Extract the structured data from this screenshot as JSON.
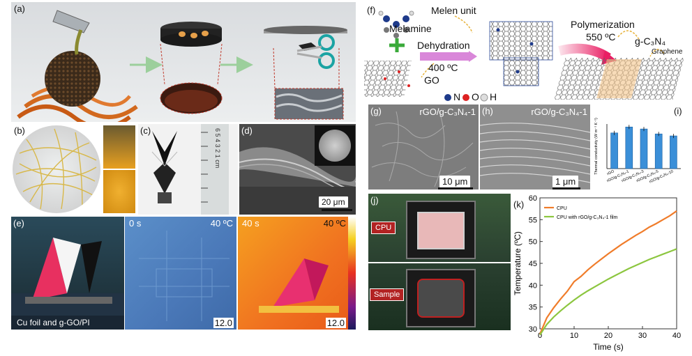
{
  "panel_a": {
    "label": "(a)"
  },
  "panel_b": {
    "label": "(b)"
  },
  "panel_c": {
    "label": "(c)",
    "ruler_unit": "cm",
    "ruler_numbers": [
      "1",
      "2",
      "3",
      "4",
      "5",
      "6"
    ]
  },
  "panel_d": {
    "label": "(d)",
    "scale": "20 μm"
  },
  "panel_e": {
    "label": "(e)",
    "caption": "Cu foil and g-GO/PI",
    "time0": "0 s",
    "time40": "40 s",
    "temp_hi": "40 ºC",
    "temp_lo": "12.0"
  },
  "panel_f": {
    "label": "(f)",
    "melamine": "Melamine",
    "melen": "Melen unit",
    "dehydration": "Dehydration",
    "t400": "400 ºC",
    "go": "GO",
    "polymerization": "Polymerization",
    "t550": "550 ºC",
    "gcn": "g-C₃N₄",
    "graphene": "Graphene",
    "legend": [
      {
        "sym": "N",
        "color": "#1e3a8a"
      },
      {
        "sym": "O",
        "color": "#d22"
      },
      {
        "sym": "H",
        "color": "#ddd"
      }
    ]
  },
  "panel_g": {
    "label": "(g)",
    "title": "rGO/g-C₃N₄-1",
    "scale": "10 μm"
  },
  "panel_h": {
    "label": "(h)",
    "title": "rGO/g-C₃N₄-1",
    "scale": "1 μm"
  },
  "panel_i": {
    "label": "(i)",
    "ylabel": "Thermal conductivity (W m⁻¹ K⁻¹)",
    "categories": [
      "rGO",
      "rGO/g-C₃N₄-1",
      "rGO/g-C₃N₄-3",
      "rGO/g-C₃N₄-5",
      "rGO/g-C₃N₄-10"
    ]
  },
  "panel_j": {
    "label": "(j)",
    "cpu": "CPU",
    "sample": "Sample"
  },
  "panel_k": {
    "label": "(k)"
  },
  "chart_data": [
    {
      "type": "bar",
      "categories": [
        "rGO",
        "rGO/g-C₃N₄-1",
        "rGO/g-C₃N₄-3",
        "rGO/g-C₃N₄-5",
        "rGO/g-C₃N₄-10"
      ],
      "values": [
        36,
        42,
        40,
        35,
        33
      ],
      "ylim": [
        0,
        45
      ],
      "ylabel": "Thermal conductivity (W m⁻¹ K⁻¹)",
      "color": "#3b8fd8"
    },
    {
      "type": "line",
      "xlabel": "Time (s)",
      "ylabel": "Temperature (ºC)",
      "xlim": [
        0,
        40
      ],
      "ylim": [
        30,
        60
      ],
      "xticks": [
        0,
        10,
        20,
        30,
        40
      ],
      "yticks": [
        30,
        35,
        40,
        45,
        50,
        55,
        60
      ],
      "legend": "top-left",
      "series": [
        {
          "name": "CPU",
          "color": "#f07c2a",
          "x": [
            0,
            2,
            4,
            6,
            8,
            10,
            12,
            14,
            16,
            18,
            20,
            22,
            24,
            26,
            28,
            30,
            32,
            34,
            36,
            38,
            40
          ],
          "y": [
            28.8,
            32.5,
            34.8,
            36.8,
            38.6,
            40.8,
            42.0,
            43.5,
            44.8,
            46.0,
            47.2,
            48.3,
            49.4,
            50.4,
            51.4,
            52.3,
            53.3,
            54.1,
            55.0,
            55.9,
            57.0
          ]
        },
        {
          "name": "CPU with rGO/g-C₃N₄-1 film",
          "color": "#8cc63f",
          "x": [
            0,
            2,
            4,
            6,
            8,
            10,
            12,
            14,
            16,
            18,
            20,
            22,
            24,
            26,
            28,
            30,
            32,
            34,
            36,
            38,
            40
          ],
          "y": [
            28.6,
            31.0,
            32.7,
            34.1,
            35.4,
            36.6,
            37.7,
            38.7,
            39.6,
            40.5,
            41.4,
            42.2,
            43.0,
            43.8,
            44.5,
            45.2,
            45.9,
            46.5,
            47.1,
            47.7,
            48.3
          ]
        }
      ]
    }
  ]
}
